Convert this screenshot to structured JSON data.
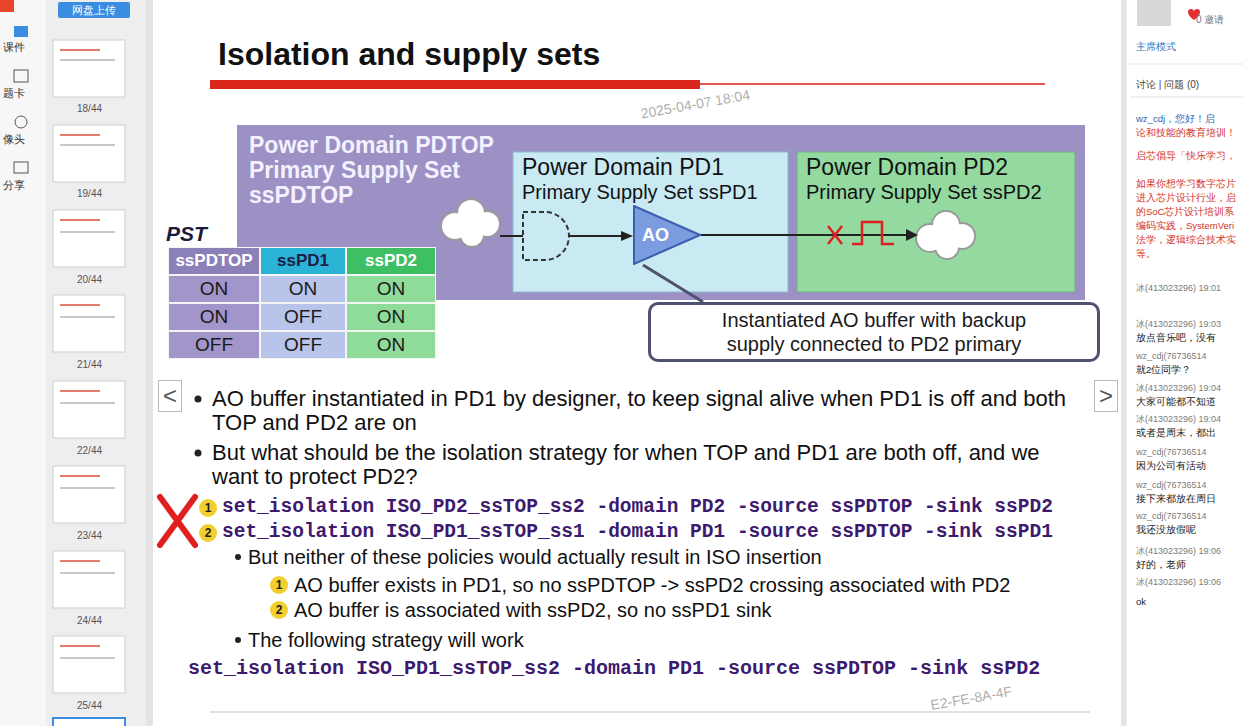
{
  "diagram": {
    "title": "Isolation and supply sets",
    "nodes": [
      {
        "text": [
          "Power Domain PDTOP",
          "Primary Supply Set ssPDTOP"
        ]
      },
      {
        "text": [
          "Power Domain PD1",
          "Primary Supply Set ssPD1"
        ],
        "in": 0
      },
      {
        "text": [
          "Power Domain PD2",
          "Primary Supply Set ssPD2"
        ],
        "in": 0
      },
      {
        "text": [
          "AO"
        ],
        "in": 1
      },
      {
        "text": [
          "Instantiated AO buffer with backup supply connected to PD2 primary"
        ]
      }
    ],
    "edges": [
      {
        "from": 4,
        "to": 3,
        "arrow": "none"
      }
    ],
    "labels": [
      "PST",
      "ssPDTOP",
      "ssPD1",
      "ssPD2",
      "ON",
      "ON",
      "ON",
      "ON",
      "OFF",
      "ON",
      "OFF",
      "OFF",
      "ON",
      "<",
      ">",
      "AO buffer instantiated in PD1 by designer, to keep signal alive when PD1 is off and both TOP and PD2 are on",
      "But what should be the isolation strategy for when TOP and PD1 are both off, and we want to protect PD2?",
      "1",
      "set_isolation ISO_PD2_ssTOP_ss2 -domain PD2 -source ssPDTOP -sink ssPD2",
      "2",
      "set_isolation ISO_PD1_ssTOP_ss1 -domain PD1 -source ssPDTOP -sink ssPD1",
      "But neither of these policies would actually result in ISO insertion",
      "1",
      "AO buffer exists in PD1, so no ssPDTOP -> ssPD2 crossing associated with PD2",
      "2",
      "AO buffer is associated with ssPD2, so no ssPD1 sink",
      "The following strategy will work",
      "set_isolation ISO_PD1_ssTOP_ss2 -domain PD1 -source ssPDTOP -sink ssPD2",
      "网盘上传",
      "18/44",
      "19/44",
      "20/44",
      "21/44",
      "22/44",
      "23/44",
      "24/44",
      "25/44",
      "课件",
      "题卡",
      "像头",
      "分享",
      "0 邀请",
      "主席模式",
      "讨论 | 问题 (0)",
      "wz_cdj，您好！启",
      "论和技能的教育培训！",
      "启芯倡导「快乐学习，",
      "如果你想学习数字芯片",
      "进入芯片设计行业，启",
      "的SoC芯片设计培训系",
      "编码实践，SystemVeri",
      "法学，逻辑综合技术实",
      "等。",
      "冰(413023296) 19:01",
      "冰(413023296) 19:03",
      "放点音乐吧，没有",
      "wz_cdj(76736514",
      "就2位同学？",
      "冰(413023296) 19:04",
      "大家可能都不知道",
      "冰(413023296) 19:04",
      "或者是周末，都出",
      "wz_cdj(76736514",
      "因为公司有活动",
      "wz_cdj(76736514",
      "接下来都放在周日",
      "wz_cdj(76736514",
      "我还没放假呢",
      "冰(413023296) 19:06",
      "好的，老师",
      "冰(413023296) 19:06",
      "ok",
      "2025-04-07 18:04",
      "E2-FE-8A-4F"
    ]
  }
}
